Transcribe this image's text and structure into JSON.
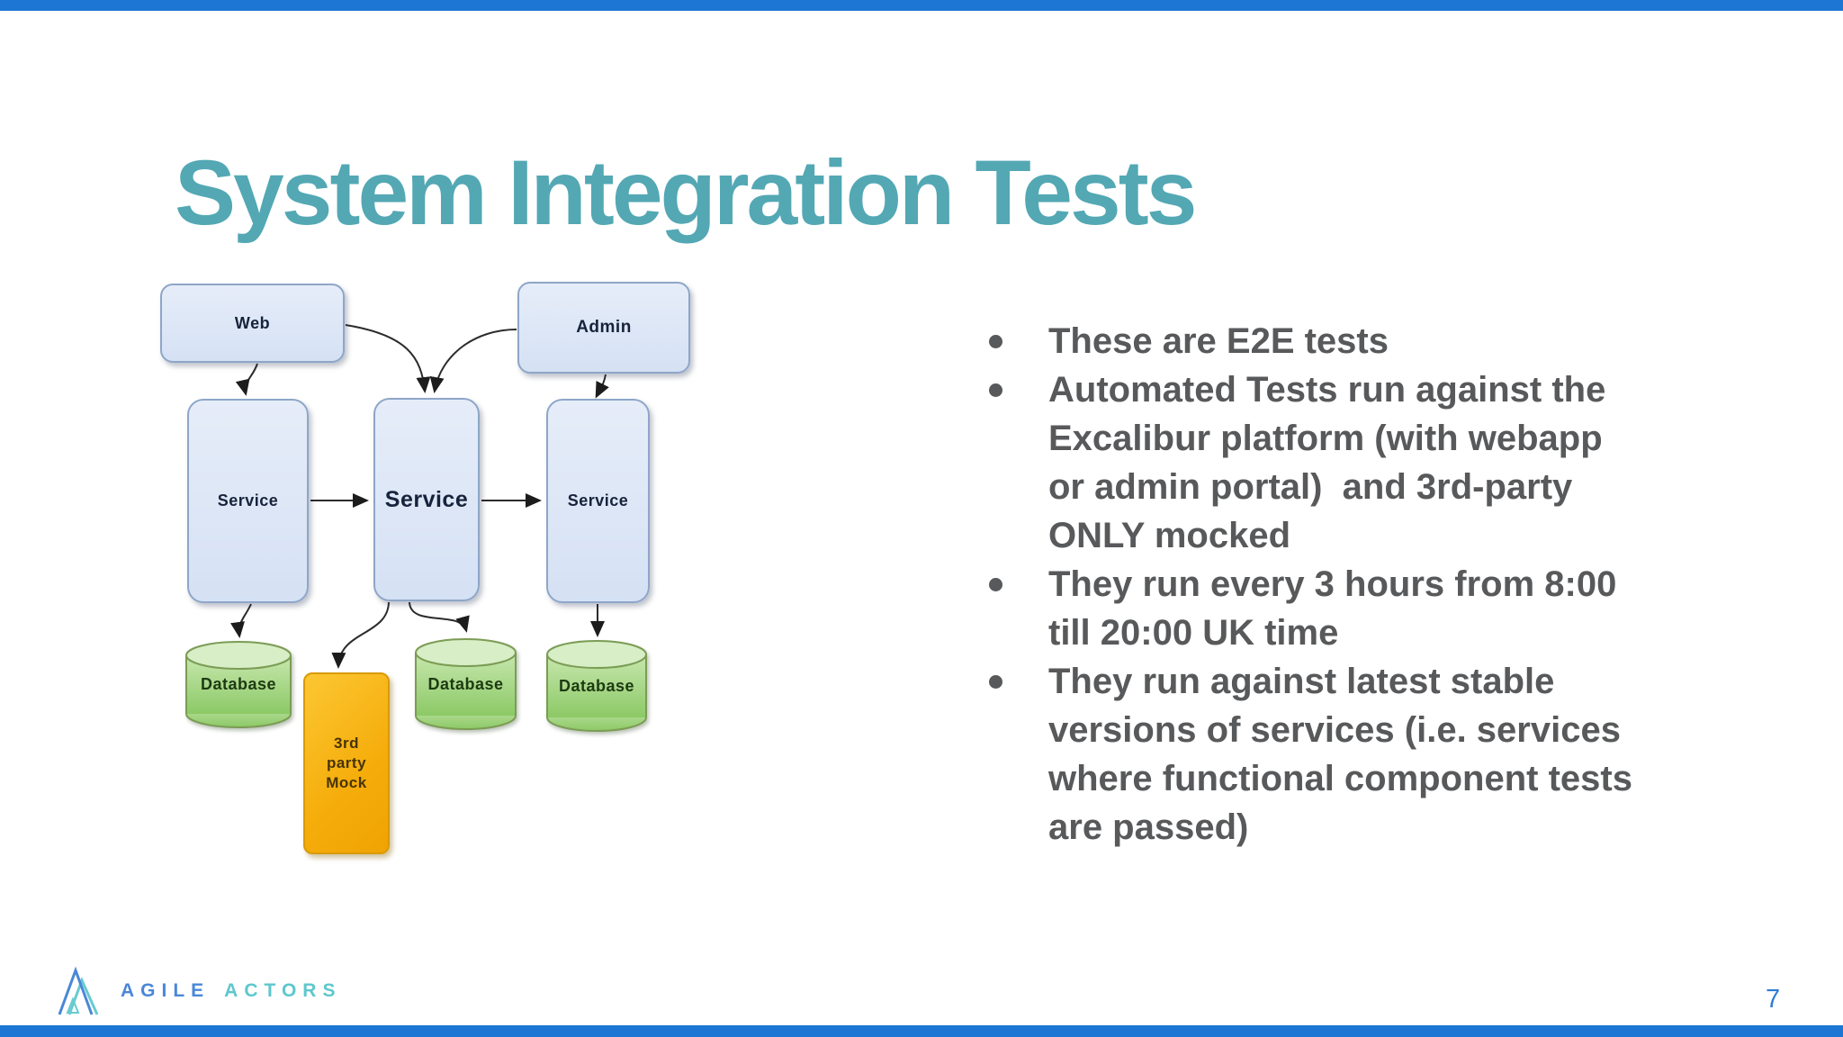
{
  "slide": {
    "title": "System Integration Tests",
    "page_number": "7"
  },
  "diagram": {
    "web_label": "Web",
    "admin_label": "Admin",
    "service_left_label": "Service",
    "service_middle_label": "Service",
    "service_right_label": "Service",
    "database_left_label": "Database",
    "database_middle_label": "Database",
    "database_right_label": "Database",
    "mock_label": "3rd party Mock"
  },
  "bullets": {
    "items": [
      "These are E2E tests",
      "Automated Tests run against the\nExcalibur platform (with webapp\nor admin portal)  and 3rd-party\nONLY mocked",
      "They run every 3 hours from 8:00\ntill 20:00 UK time",
      "They run against latest stable\nversions of services (i.e. services\nwhere functional component tests\nare passed)"
    ]
  },
  "footer": {
    "brand_word_1": "AGILE",
    "brand_word_2": "ACTORS"
  },
  "colors": {
    "accent_bar_blue": "#1d76d3",
    "title_teal": "#53a8b4",
    "body_text_gray": "#58595b",
    "node_fill_blue": "#dce6f6",
    "node_border_blue": "#8ea6c8",
    "database_green": "#9ccf74",
    "mock_orange": "#f5ad0b",
    "brand_blue": "#4a87d7",
    "brand_teal": "#5ec7cd",
    "page_number_blue": "#2e7cd4"
  }
}
